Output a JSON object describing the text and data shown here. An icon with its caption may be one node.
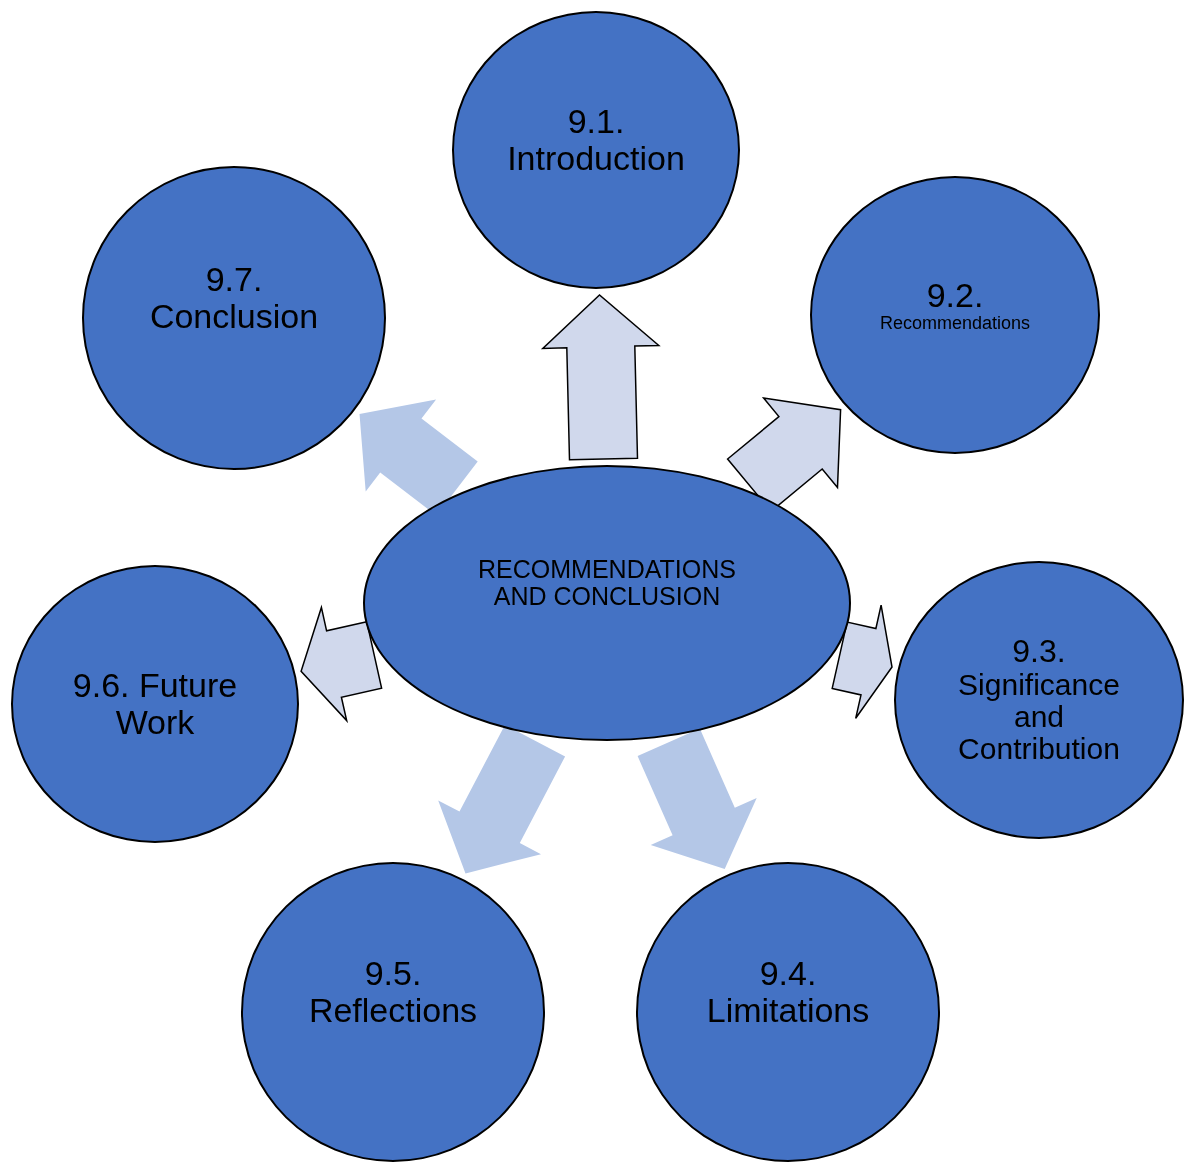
{
  "diagram": {
    "nodes": [
      {
        "text": [
          "RECOMMENDATIONS AND CONCLUSION"
        ]
      },
      {
        "text": [
          "9.1.",
          "Introduction"
        ]
      },
      {
        "text": [
          "9.2.",
          "Recommendations"
        ]
      },
      {
        "text": [
          "9.3.",
          "Significance and Contribution"
        ]
      },
      {
        "text": [
          "9.4.",
          "Limitations"
        ]
      },
      {
        "text": [
          "9.5.",
          "Reflections"
        ]
      },
      {
        "text": [
          "9.6. Future Work"
        ]
      },
      {
        "text": [
          "9.7.",
          "Conclusion"
        ]
      }
    ],
    "edges": [
      {
        "from": 0,
        "to": 1,
        "arrow": "to"
      },
      {
        "from": 0,
        "to": 2,
        "arrow": "to"
      },
      {
        "from": 0,
        "to": 3,
        "arrow": "to"
      },
      {
        "from": 0,
        "to": 4,
        "arrow": "to",
        "color": "#b4c7e7"
      },
      {
        "from": 0,
        "to": 5,
        "arrow": "to",
        "color": "#b4c7e7"
      },
      {
        "from": 0,
        "to": 6,
        "arrow": "to"
      },
      {
        "from": 0,
        "to": 7,
        "arrow": "to",
        "color": "#b4c7e7"
      }
    ]
  }
}
